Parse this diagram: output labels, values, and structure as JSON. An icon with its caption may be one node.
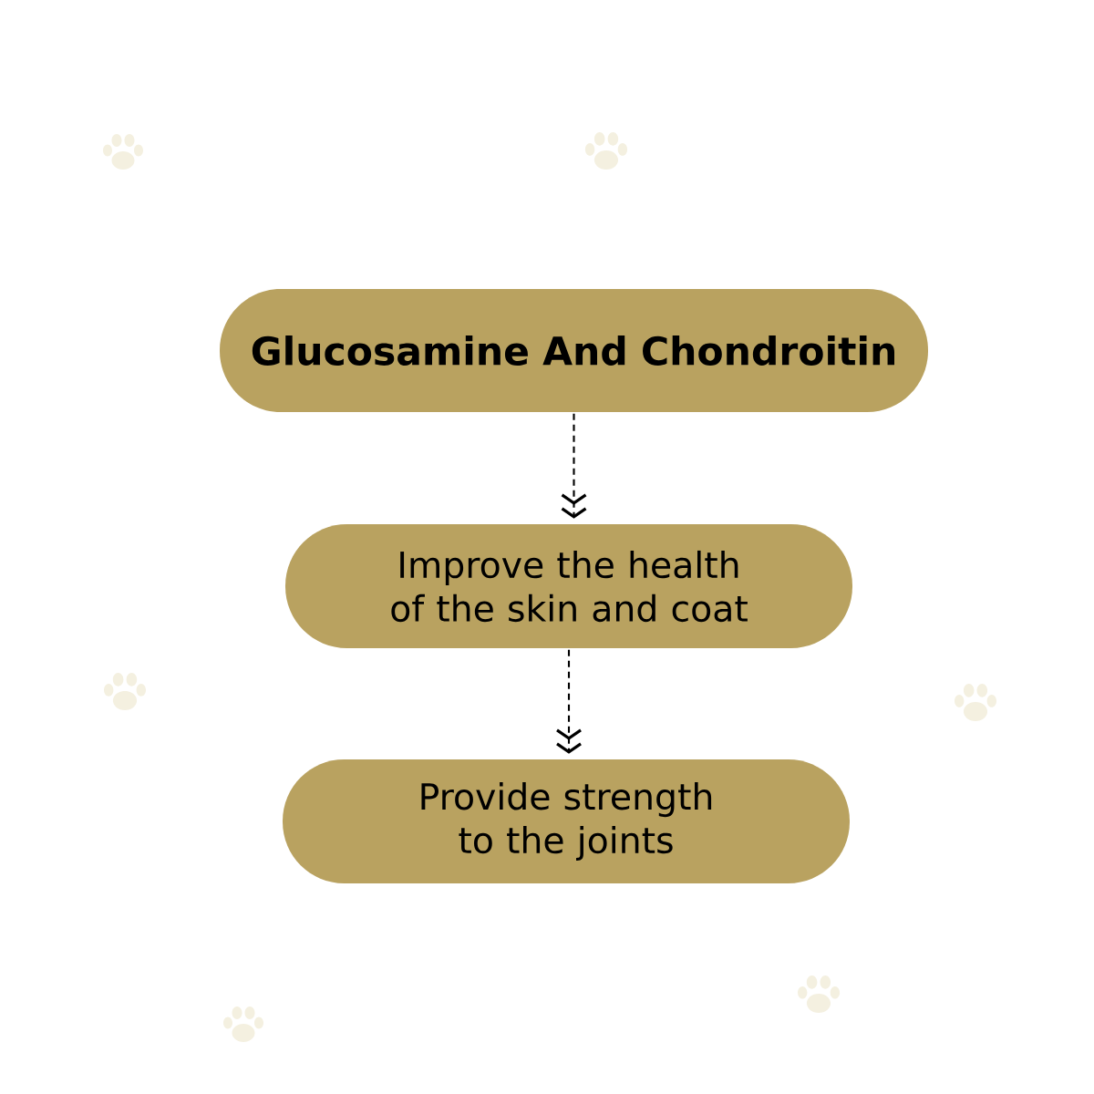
{
  "diagram": {
    "nodes": [
      {
        "text": [
          "Glucosamine And Chondroitin"
        ]
      },
      {
        "text": [
          "Improve the health of the skin and coat"
        ]
      },
      {
        "text": [
          "Provide strength to the joints"
        ]
      }
    ],
    "edges": [
      {
        "from": 0,
        "to": 1,
        "arrow": "to",
        "style": "dashed"
      },
      {
        "from": 1,
        "to": 2,
        "arrow": "to",
        "style": "dashed"
      }
    ]
  }
}
